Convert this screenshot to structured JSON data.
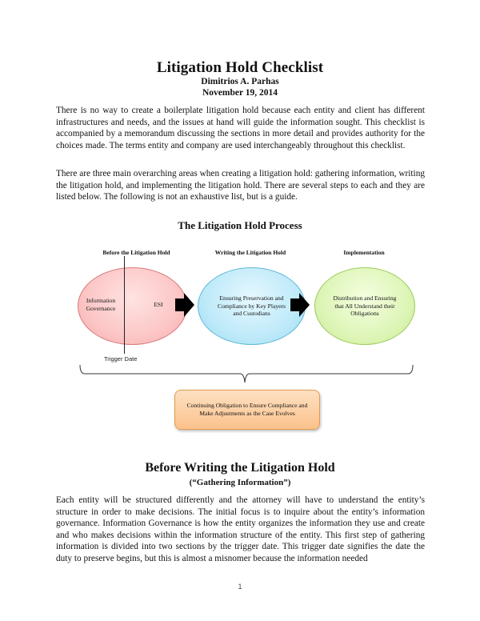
{
  "document": {
    "title": "Litigation Hold Checklist",
    "author": "Dimitrios A. Parhas",
    "date": "November 19, 2014",
    "paragraphs": [
      "There is no way to create a boilerplate litigation hold because each entity and client has different infrastructures and needs, and the issues at hand will guide the information sought.  This checklist is accompanied by a memorandum discussing the sections in more detail and provides authority for the choices made.  The terms entity and company are used interchangeably throughout this checklist.",
      "There are three main overarching areas when creating a litigation hold:  gathering information, writing the litigation hold, and implementing the litigation hold.  There are several steps to each and they are listed below. The following is not an exhaustive list, but is a guide."
    ],
    "figure": {
      "title": "The Litigation Hold Process",
      "columns": [
        "Before the Litigation Hold",
        "Writing the Litigation Hold",
        "Implementation"
      ],
      "stage1": {
        "left_text": "Information Governance",
        "right_text": "ESI",
        "color": "#fcc6c6"
      },
      "stage2": {
        "text": "Ensuring Preservation and Compliance by Key Players and Custodians",
        "color": "#bfeaf9"
      },
      "stage3": {
        "text": "Distribution and Ensuring that All Understand their Obligations",
        "color": "#def5b8"
      },
      "trigger_label": "Trigger Date",
      "continuing_box": {
        "text": "Continuing Obligation to Ensure Compliance and Make Adjustments as the Case Evolves",
        "color": "#fbc28c"
      }
    },
    "section": {
      "heading": "Before Writing the Litigation Hold",
      "subheading": "(“Gathering Information”)",
      "paragraph": "Each entity will be structured differently and the attorney will have to understand the entity’s structure in order to make decisions.  The initial focus is to inquire about the entity’s information governance.  Information Governance is how the entity organizes the information they use and create and who makes decisions within the information structure of the entity.  This first step of gathering information is divided into two sections by the trigger date.  This trigger date signifies the date the duty to preserve begins, but this is almost a misnomer because the information needed"
    },
    "page_number": "1"
  }
}
